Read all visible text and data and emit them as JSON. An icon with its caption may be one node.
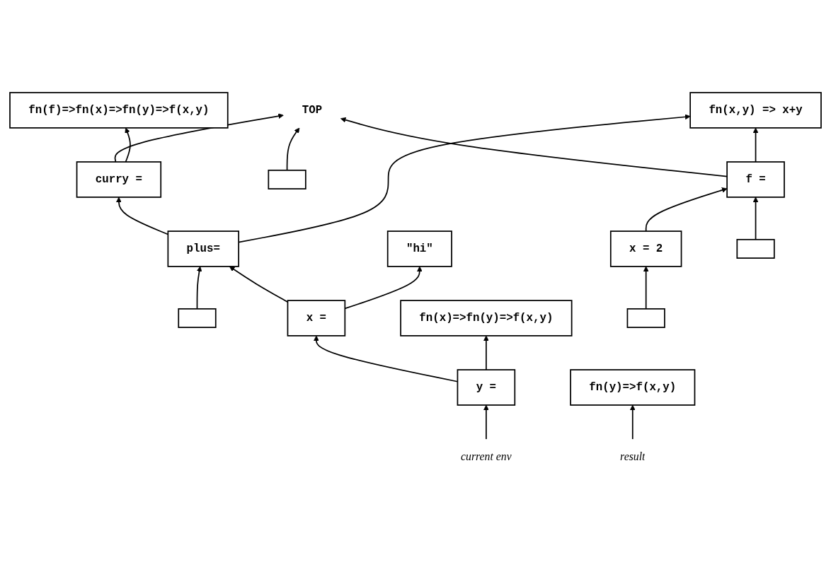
{
  "diagram": {
    "nodes": [
      {
        "text": [
          "TOP"
        ]
      },
      {
        "text": [
          "curry ="
        ]
      },
      {
        "text": [
          "fn(f)=>fn(x)=>fn(y)=>f(x,y)"
        ]
      },
      {
        "text": [],
        "shape": "box"
      },
      {
        "text": [
          "plus="
        ]
      },
      {
        "text": [
          "fn(x,y)  => x+y"
        ]
      },
      {
        "text": [],
        "shape": "box"
      },
      {
        "text": [
          "f ="
        ]
      },
      {
        "text": [
          "x ="
        ]
      },
      {
        "text": [
          "\"hi\""
        ]
      },
      {
        "text": [
          "x = 2"
        ]
      },
      {
        "text": [
          "y ="
        ]
      },
      {
        "text": [
          "fn(x)=>fn(y)=>f(x,y)"
        ]
      },
      {
        "text": [],
        "shape": "box"
      },
      {
        "text": [
          "fn(y)=>f(x,y)"
        ]
      },
      {
        "text": [],
        "shape": "box"
      },
      {
        "text": [
          "current env"
        ]
      },
      {
        "text": [
          "result"
        ]
      }
    ],
    "edges": [
      {
        "from": 1,
        "to": 0,
        "arrow": "to"
      },
      {
        "from": 1,
        "to": 2,
        "arrow": "to"
      },
      {
        "from": 3,
        "to": 0,
        "arrow": "to"
      },
      {
        "from": 4,
        "to": 1,
        "arrow": "to"
      },
      {
        "from": 4,
        "to": 5,
        "arrow": "to"
      },
      {
        "from": 6,
        "to": 4,
        "arrow": "to"
      },
      {
        "from": 8,
        "to": 4,
        "arrow": "to"
      },
      {
        "from": 8,
        "to": 9,
        "arrow": "to"
      },
      {
        "from": 7,
        "to": 0,
        "arrow": "to"
      },
      {
        "from": 7,
        "to": 5,
        "arrow": "to"
      },
      {
        "from": 10,
        "to": 7,
        "arrow": "to"
      },
      {
        "from": 11,
        "to": 8,
        "arrow": "to"
      },
      {
        "from": 11,
        "to": 12,
        "arrow": "to"
      },
      {
        "from": 13,
        "to": 7,
        "arrow": "to"
      },
      {
        "from": 15,
        "to": 10,
        "arrow": "to"
      },
      {
        "from": 16,
        "to": 11,
        "arrow": "to"
      },
      {
        "from": 17,
        "to": 14,
        "arrow": "to"
      }
    ]
  }
}
